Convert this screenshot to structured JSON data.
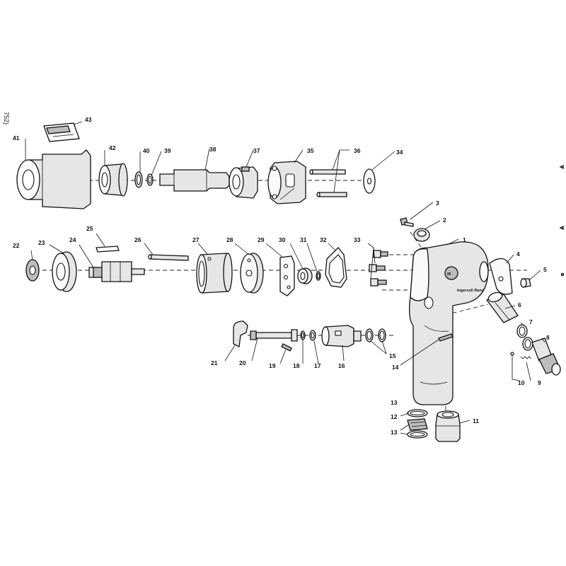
{
  "side_note": "752)",
  "brand": {
    "logo_text": "IR",
    "name": "Ingersoll Rand"
  },
  "callouts": {
    "p1": "1",
    "p2": "2",
    "p3": "3",
    "p4": "4",
    "p5": "5",
    "p6": "6",
    "p7": "7",
    "p8": "8",
    "p9": "9",
    "p10": "10",
    "p11": "11",
    "p12": "12",
    "p13a": "13",
    "p13b": "13",
    "p14": "14",
    "p15": "15",
    "p16": "16",
    "p17": "17",
    "p18": "18",
    "p19": "19",
    "p20": "20",
    "p21": "21",
    "p22": "22",
    "p23": "23",
    "p24": "24",
    "p25": "25",
    "p26": "26",
    "p27": "27",
    "p28": "28",
    "p29": "29",
    "p30": "30",
    "p31": "31",
    "p32": "32",
    "p33": "33",
    "p34": "34",
    "p35": "35",
    "p36": "36",
    "p37": "37",
    "p38": "38",
    "p39": "39",
    "p40": "40",
    "p41": "41",
    "p42": "42",
    "p43": "43"
  },
  "colors": {
    "line": "#111111",
    "part_fill": "#e6e6e6",
    "shade": "#bdbdbd",
    "background": "#ffffff"
  }
}
